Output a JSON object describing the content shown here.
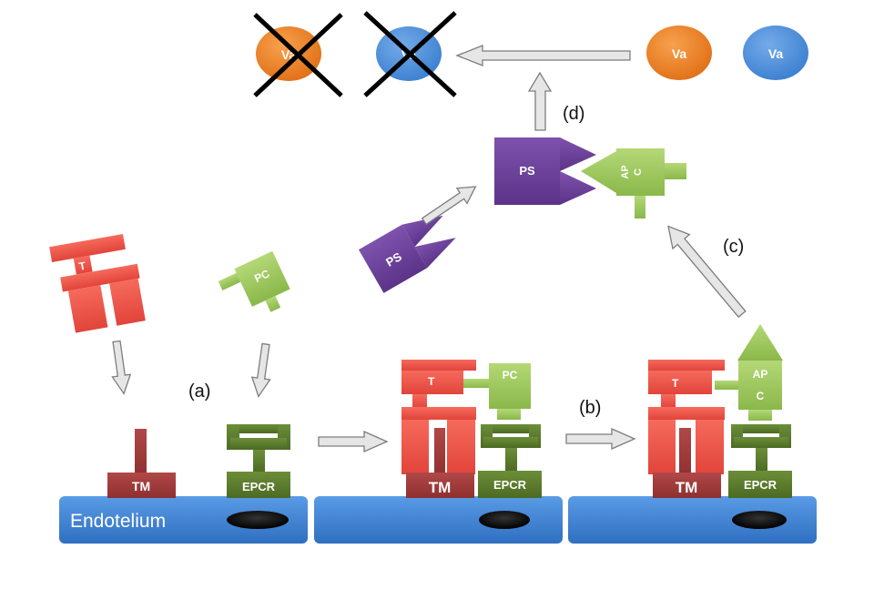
{
  "labels": {
    "endothelium": "Endotelium",
    "va": "Va",
    "ps": "PS",
    "pc": "PC",
    "apc_line1": "AP",
    "apc_line2": "C",
    "thrombin": "T",
    "tm": "TM",
    "epcr": "EPCR"
  },
  "steps": {
    "a": "(a)",
    "b": "(b)",
    "c": "(c)",
    "d": "(d)"
  },
  "colors": {
    "membrane": "#3f7fd0",
    "thrombin": "#ef5044",
    "tm": "#a33a3a",
    "pc": "#9dc657",
    "epcr": "#5a7a2c",
    "ps": "#6b3f9a",
    "va_orange": "#ee7d22",
    "va_blue": "#4d90dc",
    "arrow_fill": "#e6e6e6",
    "arrow_stroke": "#7d7d7d",
    "nucleus": "#0a0a0a",
    "cross": "#000000"
  }
}
